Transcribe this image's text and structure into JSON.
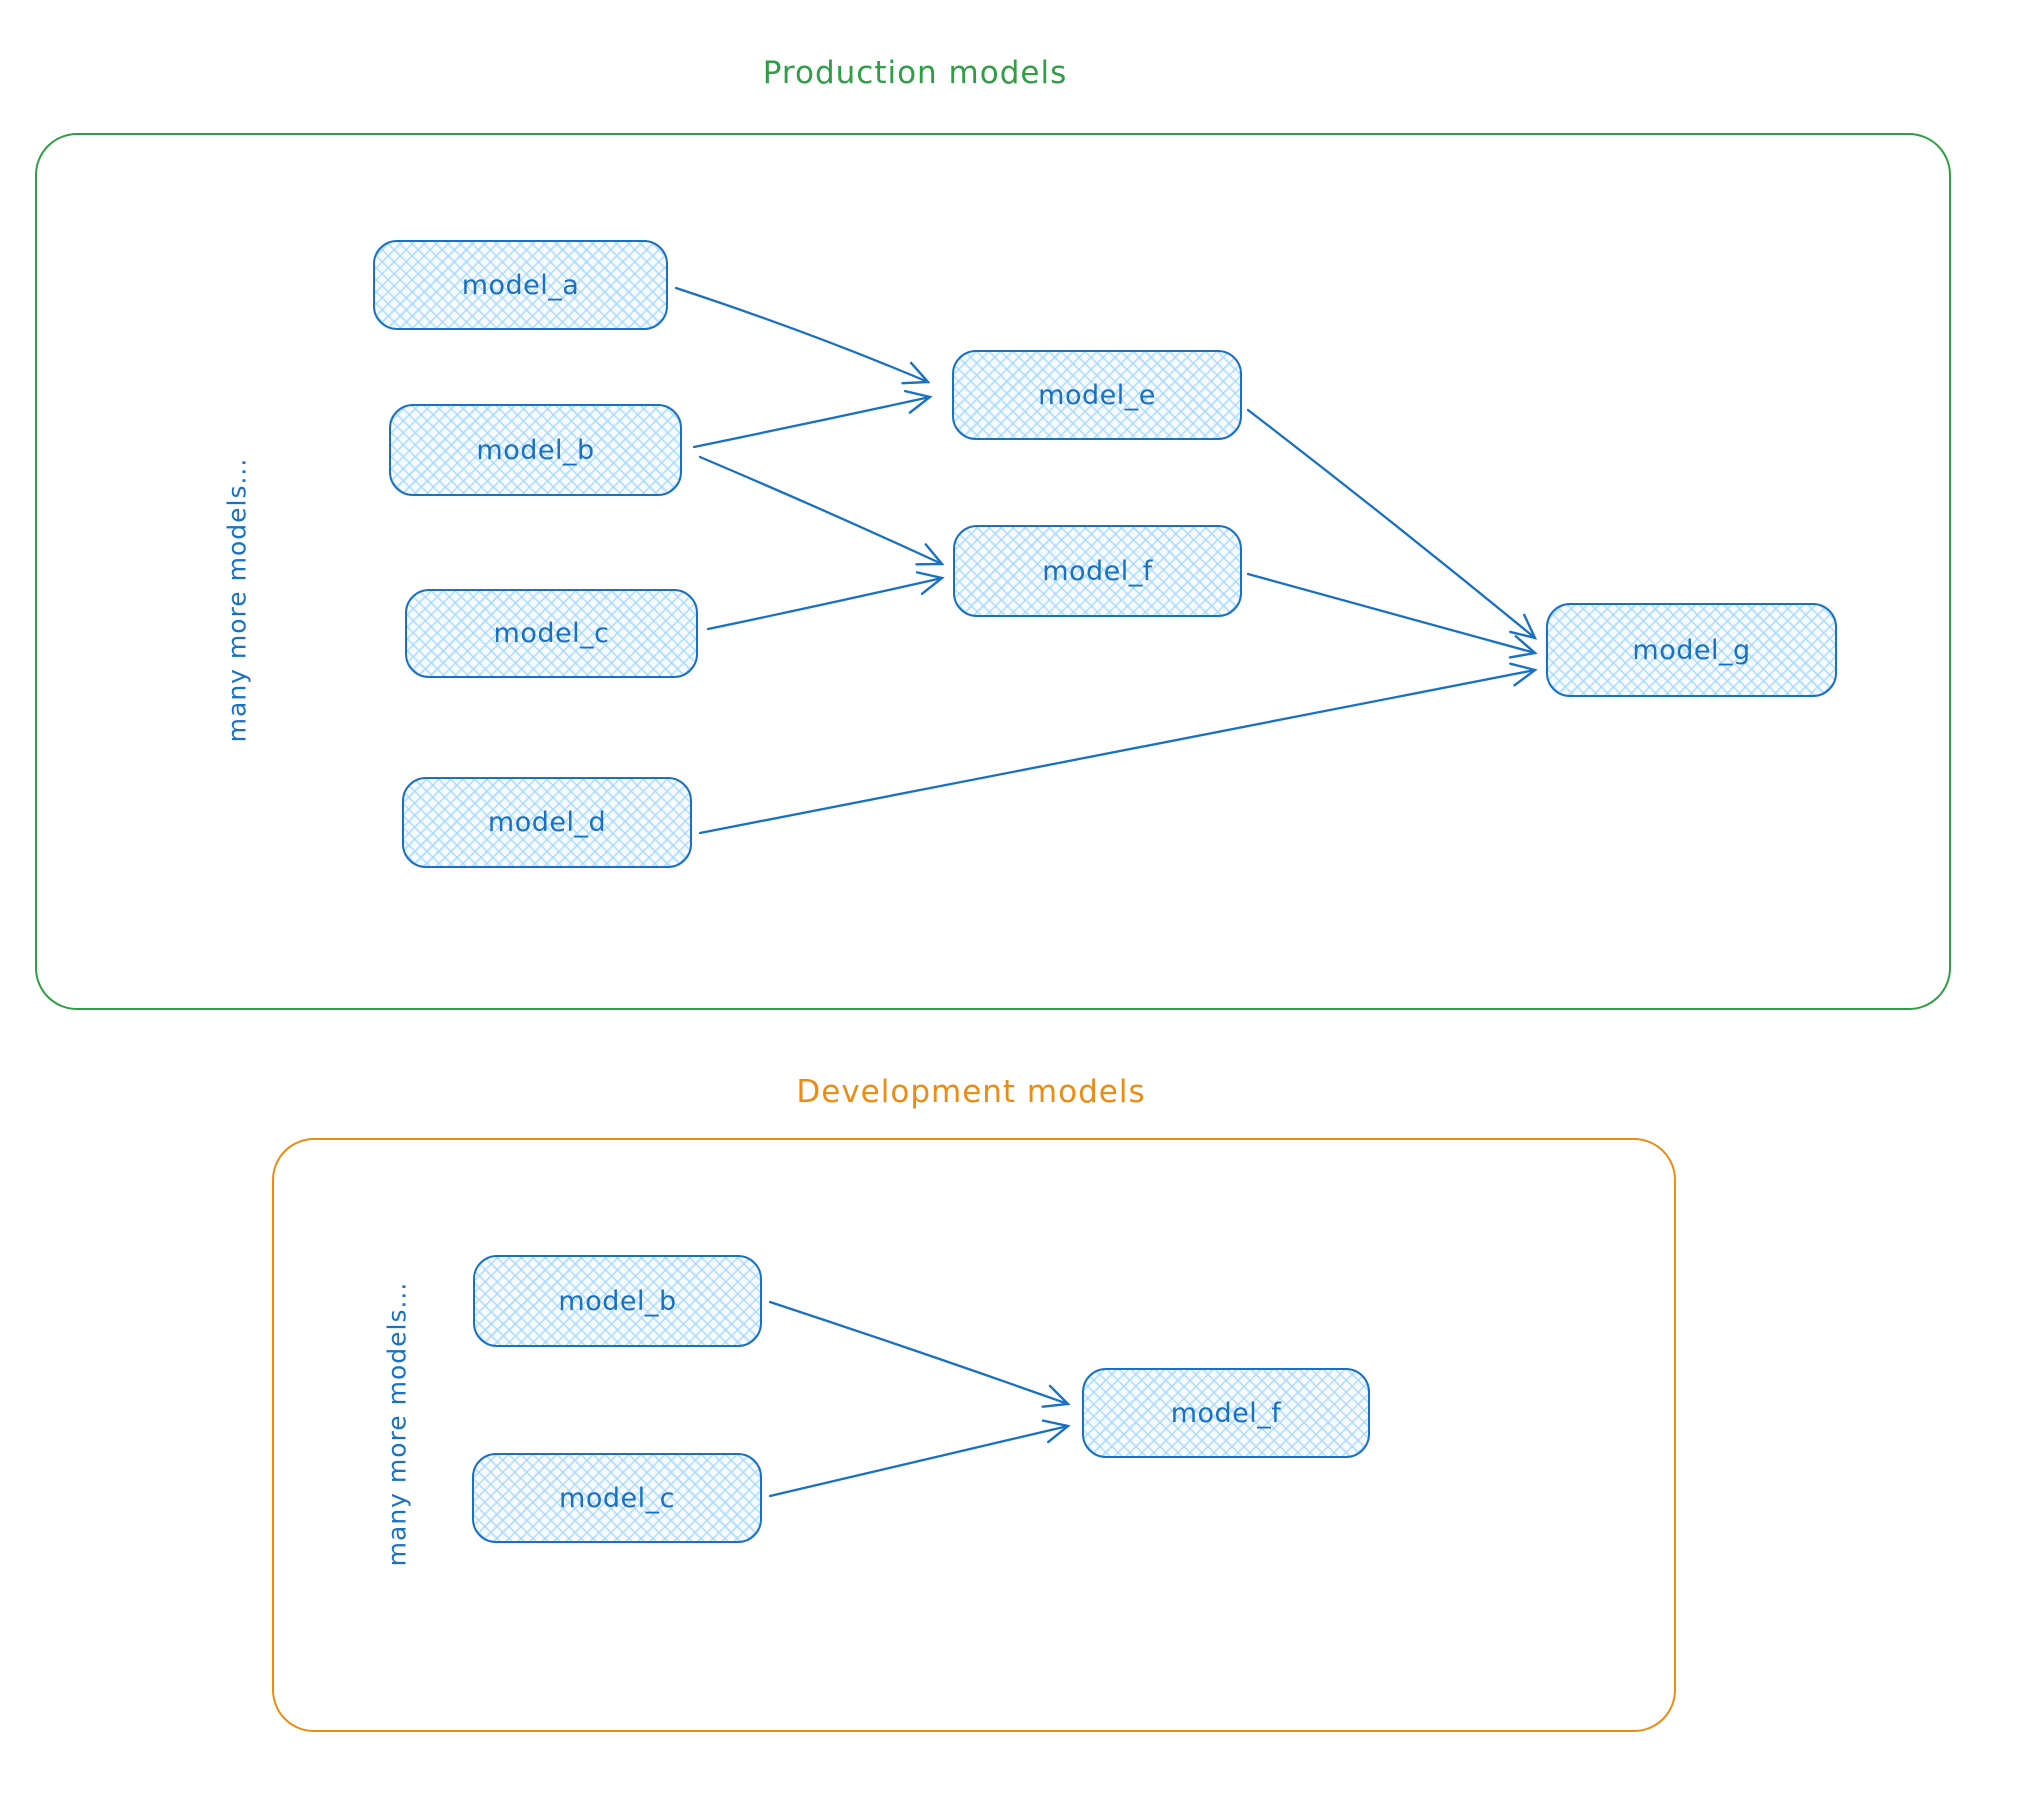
{
  "canvas": {
    "background_color": "#ffffff",
    "node_stroke_color": "#1971c2",
    "node_fill_color": "#a5d8ff",
    "node_fill_style": "cross-hatch"
  },
  "production": {
    "title": "Production models",
    "accent_color": "#2f9e44",
    "side_note": "many more models...",
    "nodes": [
      {
        "id": "model_a",
        "label": "model_a"
      },
      {
        "id": "model_b",
        "label": "model_b"
      },
      {
        "id": "model_c",
        "label": "model_c"
      },
      {
        "id": "model_d",
        "label": "model_d"
      },
      {
        "id": "model_e",
        "label": "model_e"
      },
      {
        "id": "model_f",
        "label": "model_f"
      },
      {
        "id": "model_g",
        "label": "model_g"
      }
    ],
    "edges": [
      {
        "from": "model_a",
        "to": "model_e"
      },
      {
        "from": "model_b",
        "to": "model_e"
      },
      {
        "from": "model_b",
        "to": "model_f"
      },
      {
        "from": "model_c",
        "to": "model_f"
      },
      {
        "from": "model_e",
        "to": "model_g"
      },
      {
        "from": "model_f",
        "to": "model_g"
      },
      {
        "from": "model_d",
        "to": "model_g"
      }
    ]
  },
  "development": {
    "title": "Development models",
    "accent_color": "#f08c00",
    "side_note": "many more models...",
    "nodes": [
      {
        "id": "model_b",
        "label": "model_b"
      },
      {
        "id": "model_c",
        "label": "model_c"
      },
      {
        "id": "model_f",
        "label": "model_f"
      }
    ],
    "edges": [
      {
        "from": "model_b",
        "to": "model_f"
      },
      {
        "from": "model_c",
        "to": "model_f"
      }
    ]
  }
}
